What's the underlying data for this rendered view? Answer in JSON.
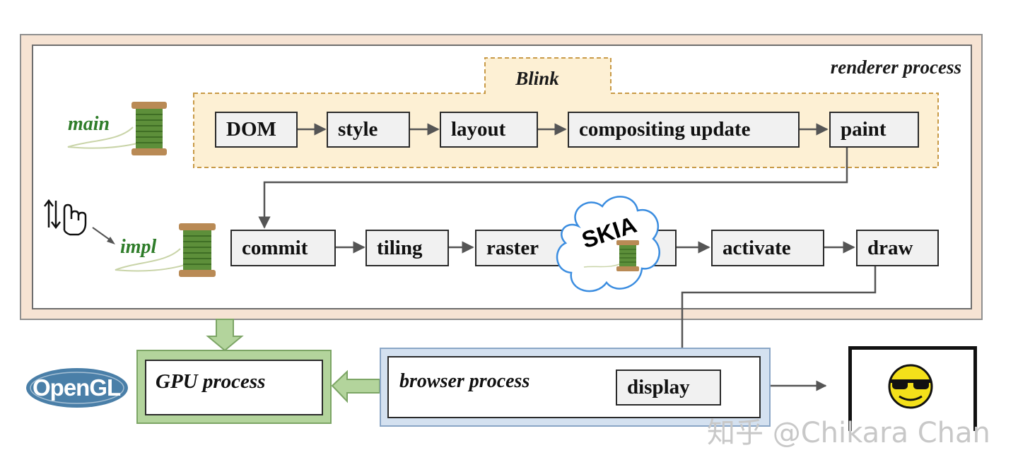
{
  "renderer_process": {
    "label": "renderer process",
    "blink": {
      "label": "Blink",
      "nodes": [
        "DOM",
        "style",
        "layout",
        "compositing update",
        "paint"
      ]
    },
    "threads": {
      "main": "main",
      "impl": "impl"
    },
    "impl_nodes": [
      "commit",
      "tiling",
      "raster",
      "activate",
      "draw"
    ],
    "skia_logo_text": "SKIA"
  },
  "gpu_process": {
    "label": "GPU process"
  },
  "browser_process": {
    "label": "browser process",
    "display_node": "display"
  },
  "opengl_logo": {
    "text": "OpenGL"
  },
  "watermark": "知乎 @Chikara Chan",
  "colors": {
    "renderer_fill": "#f6e3d3",
    "blink_fill": "#fdf0d4",
    "blink_border": "#c89a47",
    "thread_label": "#2f7d2a",
    "gpu_fill": "#b3d49c",
    "browser_fill": "#d4e1f0",
    "skia_cloud": "#3b8de0",
    "opengl_blue": "#4a7fa8",
    "node_fill": "#f1f1f1",
    "arrow": "#555555"
  },
  "icons": [
    "spool-icon",
    "scroll-gesture-icon",
    "skia-cloud-icon",
    "opengl-logo",
    "monitor-icon",
    "sunglasses-smiley-icon"
  ]
}
